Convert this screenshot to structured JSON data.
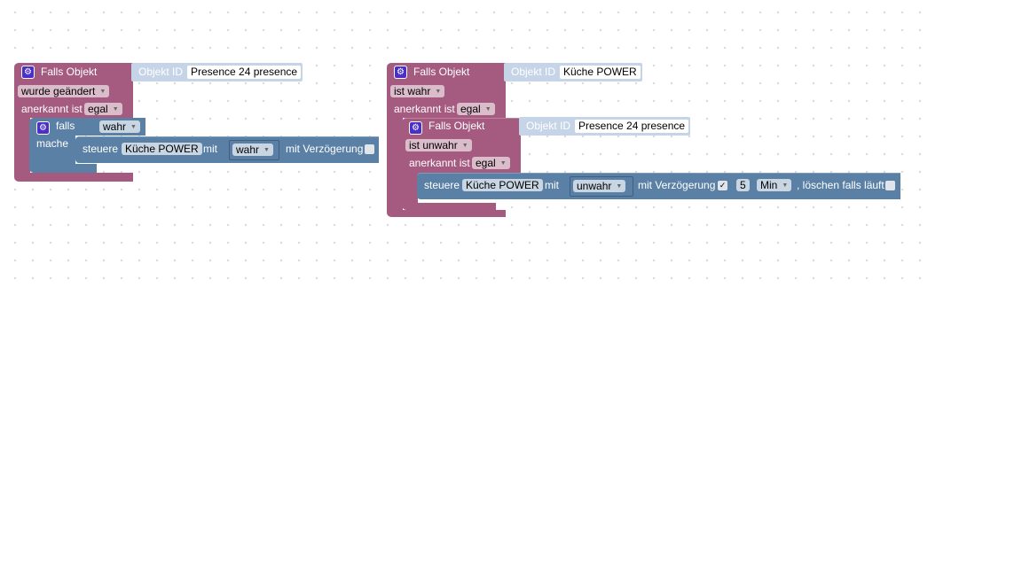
{
  "block1": {
    "title": "Falls Objekt",
    "object_label": "Objekt ID",
    "object_value": "Presence 24 presence",
    "trigger": "wurde geändert",
    "ack_label": "anerkannt ist",
    "ack_value": "egal",
    "if_label": "falls",
    "if_value": "wahr",
    "do_label": "mache",
    "control_label": "steuere",
    "control_target": "Küche POWER",
    "with_label": "mit",
    "with_value": "wahr",
    "delay_label": "mit Verzögerung"
  },
  "block2": {
    "title": "Falls Objekt",
    "object_label": "Objekt ID",
    "object_value": "Küche POWER",
    "trigger": "ist wahr",
    "ack_label": "anerkannt ist",
    "ack_value": "egal",
    "inner": {
      "title": "Falls Objekt",
      "object_label": "Objekt ID",
      "object_value": "Presence 24 presence",
      "trigger": "ist unwahr",
      "ack_label": "anerkannt ist",
      "ack_value": "egal"
    },
    "control_label": "steuere",
    "control_target": "Küche POWER",
    "with_label": "mit",
    "with_value": "unwahr",
    "delay_label": "mit Verzögerung",
    "delay_checked": "✓",
    "delay_amount": "5",
    "delay_unit": "Min",
    "clear_label": ", löschen falls läuft"
  },
  "icons": {
    "gear": "gear-icon",
    "dropdown": "dropdown-arrow-icon"
  },
  "colors": {
    "event_block": "#a55b80",
    "logic_block": "#5b80a5"
  }
}
